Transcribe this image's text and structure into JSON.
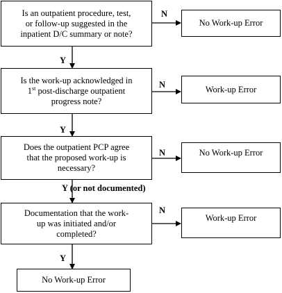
{
  "decisions": [
    {
      "lines": [
        "Is an outpatient procedure, test,",
        "or follow-up suggested in the",
        "inpatient D/C summary or note?"
      ]
    },
    {
      "lines": [
        "Is the work-up acknowledged in",
        "1st post-discharge outpatient",
        "progress note?"
      ]
    },
    {
      "lines": [
        "Does the outpatient PCP agree",
        "that the proposed work-up is",
        "necessary?"
      ]
    },
    {
      "lines": [
        "Documentation that the work-",
        "up was initiated and/or",
        "completed?"
      ]
    }
  ],
  "outcomes": [
    {
      "text": "No Work-up Error"
    },
    {
      "text": "Work-up Error"
    },
    {
      "text": "No Work-up Error"
    },
    {
      "text": "Work-up Error"
    },
    {
      "text": "No Work-up Error"
    }
  ],
  "edge_labels": {
    "n1": "N",
    "n2": "N",
    "n3": "N",
    "n4": "N",
    "y1": "Y",
    "y2": "Y",
    "y3": "Y (or not documented)",
    "y4": "Y"
  }
}
